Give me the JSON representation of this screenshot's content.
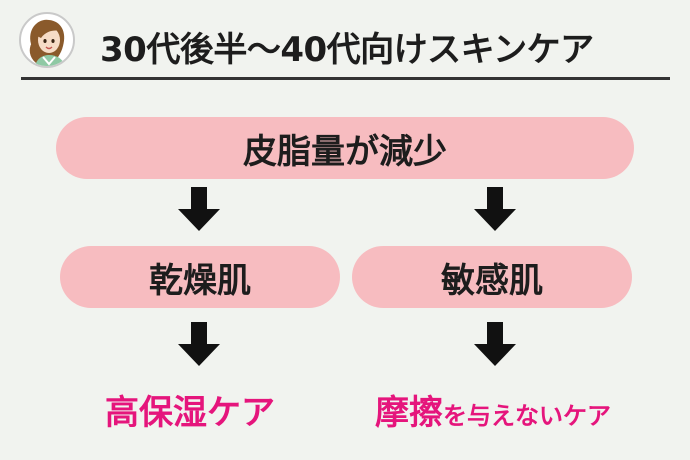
{
  "header": {
    "title": "30代後半～40代向けスキンケア",
    "avatar_icon": "woman-avatar-icon"
  },
  "diagram": {
    "top": "皮脂量が減少",
    "branches": [
      {
        "label": "乾燥肌",
        "result": "高保湿ケア"
      },
      {
        "label": "敏感肌",
        "result_main": "摩擦",
        "result_rest": "を与えないケア"
      }
    ],
    "arrow_icon": "down-arrow-icon"
  },
  "colors": {
    "pill": "#f7bcc0",
    "accent": "#e5157c",
    "text": "#1d1d1d",
    "background": "#f1f3ef"
  }
}
